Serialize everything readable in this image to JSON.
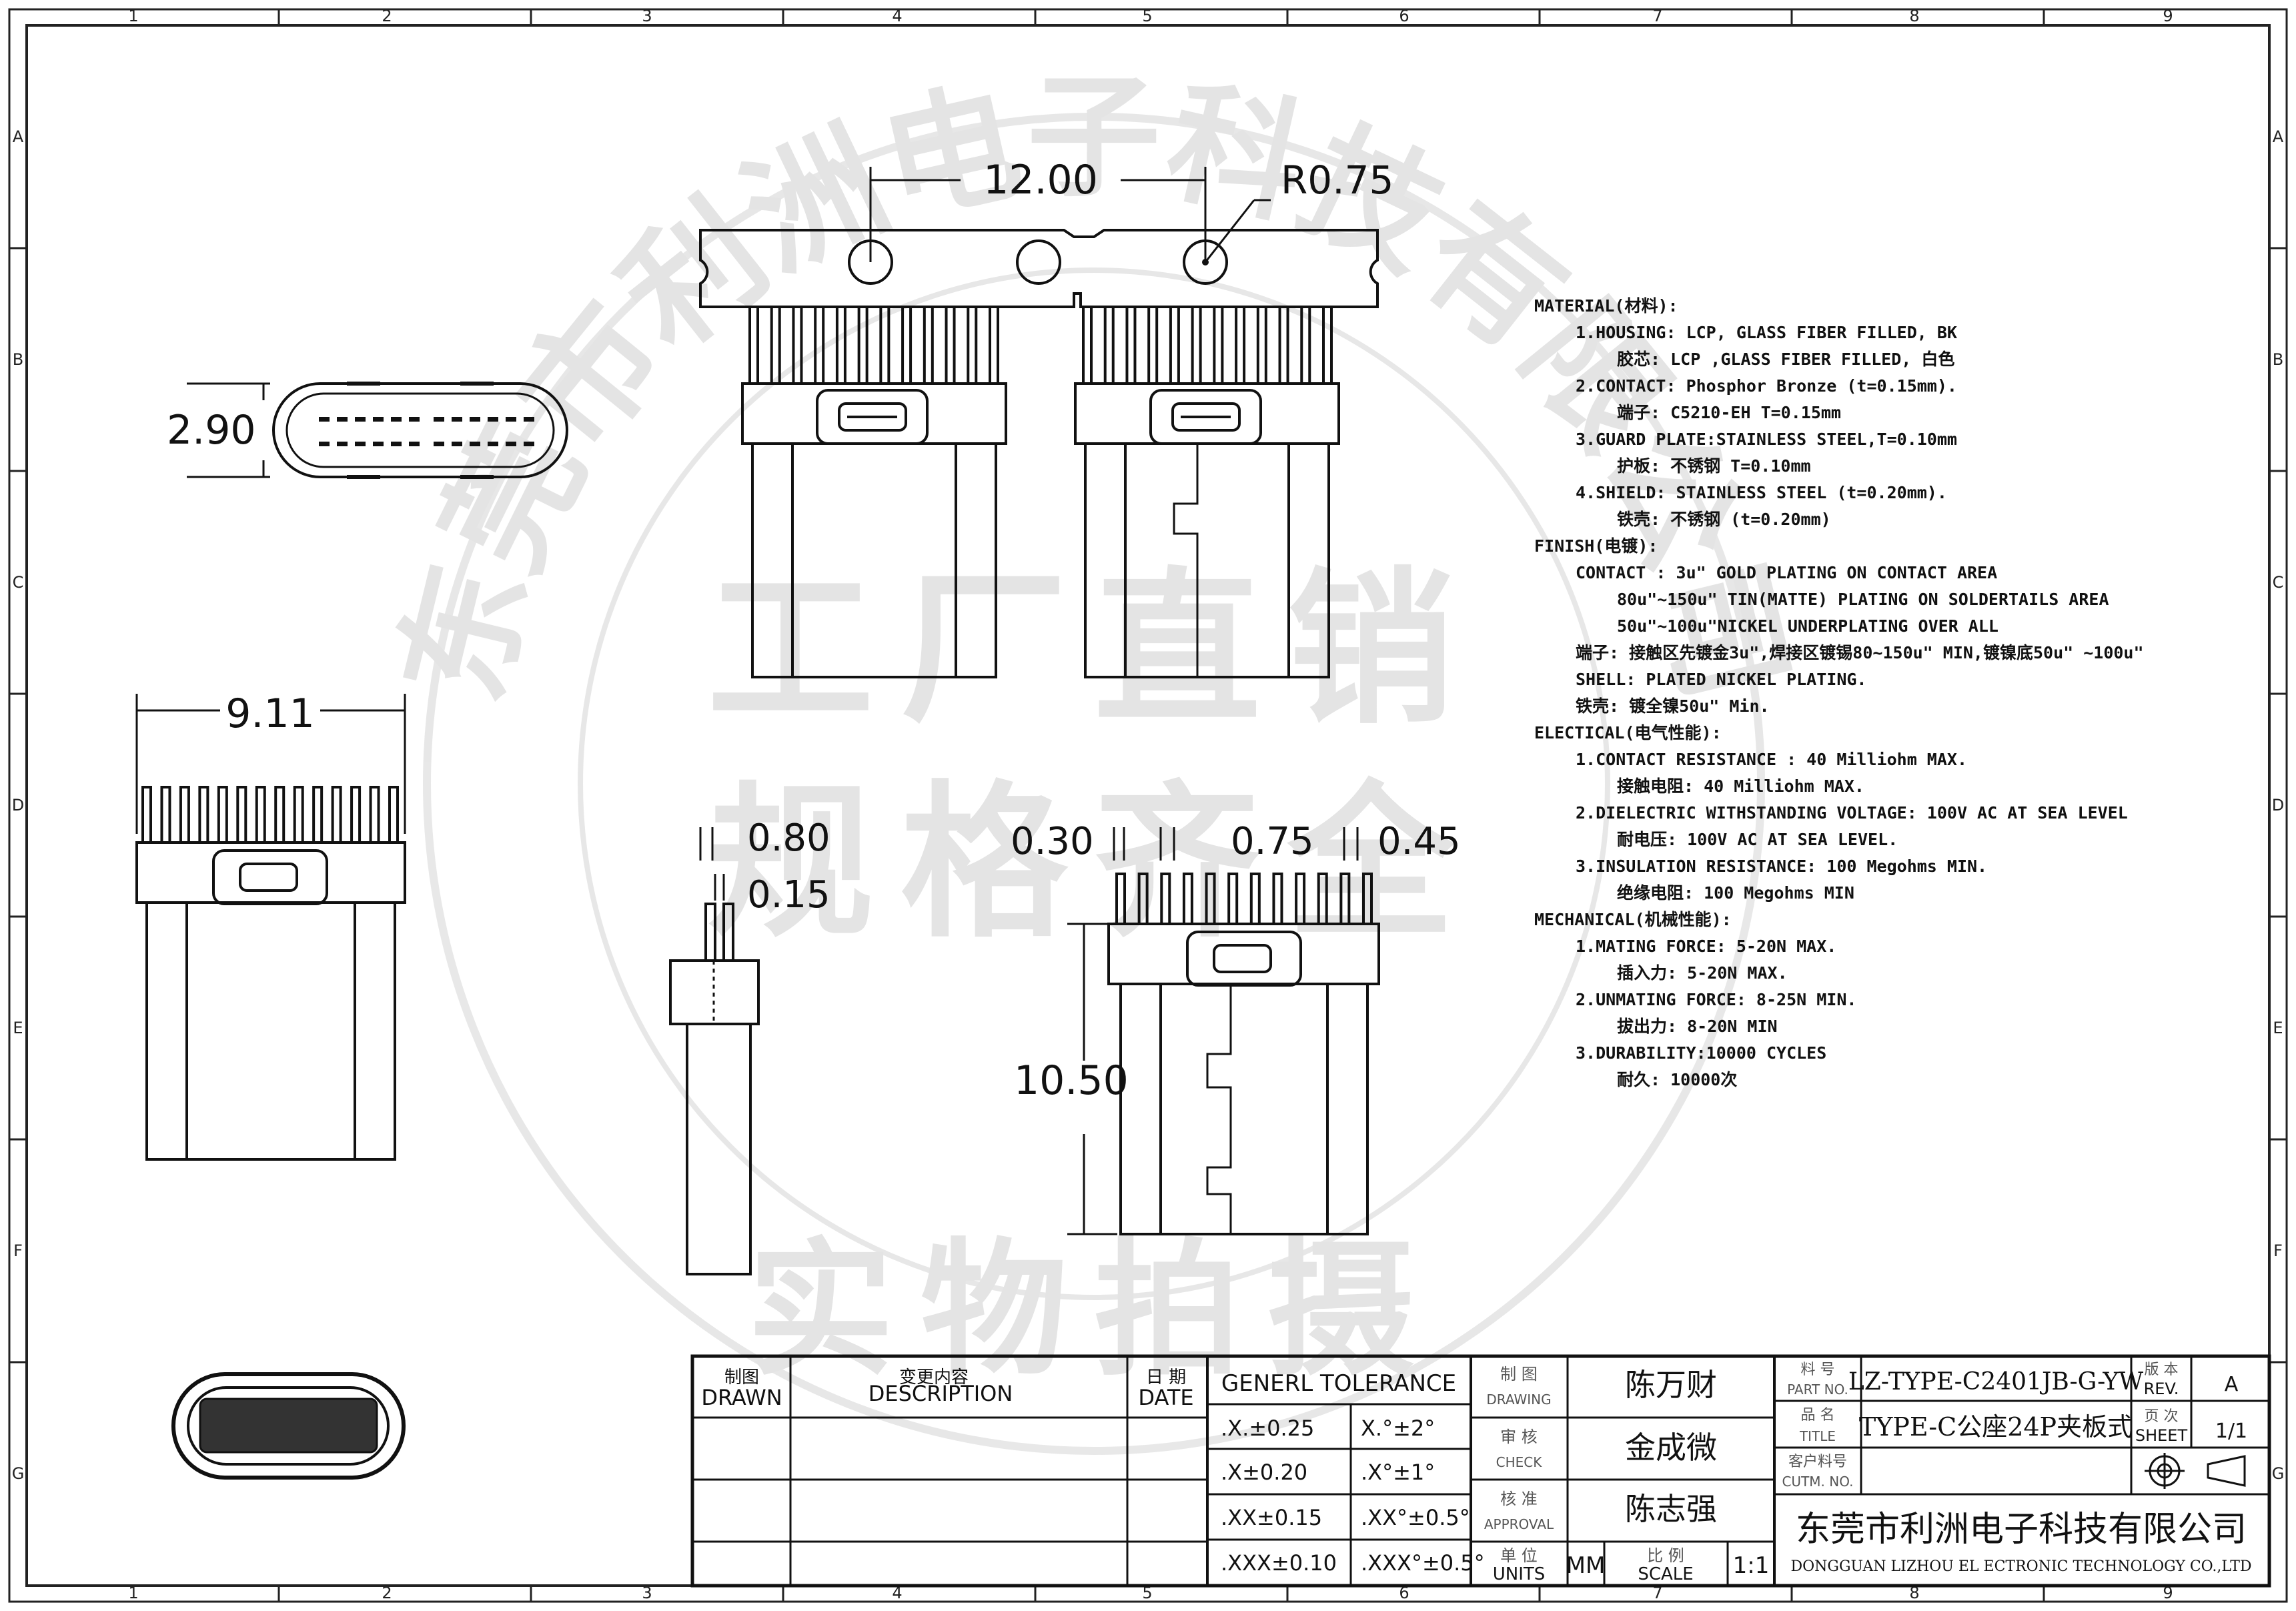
{
  "border": {
    "columns": [
      "1",
      "2",
      "3",
      "4",
      "5",
      "6",
      "7",
      "8",
      "9"
    ],
    "rows": [
      "A",
      "B",
      "C",
      "D",
      "E",
      "F",
      "G"
    ]
  },
  "watermark": {
    "ring_text": "东莞市利洲电子科技有限公司",
    "line1": "工厂直销",
    "line2": "规格齐全",
    "line3": "实物拍摄"
  },
  "dimensions": {
    "pitch": "12.00",
    "radius": "R0.75",
    "thickness": "2.90",
    "width": "9.11",
    "pin_width": "0.80",
    "pin_thickness": "0.15",
    "pin_gap": "0.30",
    "pin_pitch": "0.75",
    "pin_gap2": "0.45",
    "length": "10.50"
  },
  "notes": [
    "MATERIAL(材料):",
    "1.HOUSING: LCP, GLASS FIBER FILLED, BK",
    "胶芯: LCP ,GLASS FIBER FILLED, 白色",
    "2.CONTACT: Phosphor Bronze (t=0.15mm).",
    "端子:  C5210-EH T=0.15mm",
    "3.GUARD PLATE:STAINLESS STEEL,T=0.10mm",
    "护板: 不锈钢 T=0.10mm",
    "4.SHIELD: STAINLESS STEEL (t=0.20mm).",
    "铁壳: 不锈钢  (t=0.20mm)",
    "FINISH(电镀):",
    "CONTACT : 3u\" GOLD  PLATING ON CONTACT AREA",
    "80u\"~150u\"  TIN(MATTE) PLATING ON SOLDERTAILS AREA",
    "50u\"~100u\"NICKEL UNDERPLATING OVER ALL",
    "端子: 接触区先镀金3u\",焊接区镀锡80~150u\" MIN,镀镍底50u\" ~100u\"",
    "SHELL: PLATED NICKEL PLATING.",
    "铁壳: 镀全镍50u\" Min.",
    "ELECTICAL(电气性能):",
    "1.CONTACT RESISTANCE : 40 Milliohm MAX.",
    "接触电阻: 40 Milliohm MAX.",
    "2.DIELECTRIC WITHSTANDING VOLTAGE: 100V AC AT SEA LEVEL",
    "耐电压: 100V AC AT SEA LEVEL.",
    "3.INSULATION RESISTANCE: 100 Megohms MIN.",
    "绝缘电阻: 100 Megohms MIN",
    "MECHANICAL(机械性能):",
    "1.MATING FORCE: 5-20N MAX.",
    "插入力: 5-20N MAX.",
    "2.UNMATING FORCE: 8-25N MIN.",
    "拔出力: 8-20N MIN",
    "3.DURABILITY:10000 CYCLES",
    "耐久: 10000次"
  ],
  "titleblock": {
    "drawn_cn": "制图",
    "drawn_en": "DRAWN",
    "desc_cn": "变更内容",
    "desc_en": "DESCRIPTION",
    "date_cn": "日 期",
    "date_en": "DATE",
    "tol_header": "GENERL TOLERANCE",
    "tol_rows": [
      [
        ".X.±0.25",
        "X.°±2°"
      ],
      [
        ".X±0.20",
        ".X°±1°"
      ],
      [
        ".XX±0.15",
        ".XX°±0.5°"
      ],
      [
        ".XXX±0.10",
        ".XXX°±0.5°"
      ]
    ],
    "drawing_cn": "制 图",
    "drawing_en": "DRAWING",
    "drawing_name": "陈万财",
    "check_cn": "审 核",
    "check_en": "CHECK",
    "check_name": "金成微",
    "approval_cn": "核 准",
    "approval_en": "APPROVAL",
    "approval_name": "陈志强",
    "units_cn": "单 位",
    "units_en": "UNITS",
    "units_val": "MM",
    "scale_cn": "比 例",
    "scale_en": "SCALE",
    "scale_val": "1:1",
    "partno_cn": "料 号",
    "partno_en": "PART NO.",
    "partno_val": "LZ-TYPE-C2401JB-G-YW",
    "title_cn": "品 名",
    "title_en": "TITLE",
    "title_val": "TYPE-C公座24P夹板式",
    "cust_cn": "客户料号",
    "cust_en": "CUTM. NO.",
    "rev_cn": "版 本",
    "rev_en": "REV.",
    "rev_val": "A",
    "sheet_cn": "页 次",
    "sheet_en": "SHEET",
    "sheet_val": "1/1",
    "company_cn": "东莞市利洲电子科技有限公司",
    "company_en": "DONGGUAN LIZHOU EL ECTRONIC TECHNOLOGY CO.,LTD"
  }
}
